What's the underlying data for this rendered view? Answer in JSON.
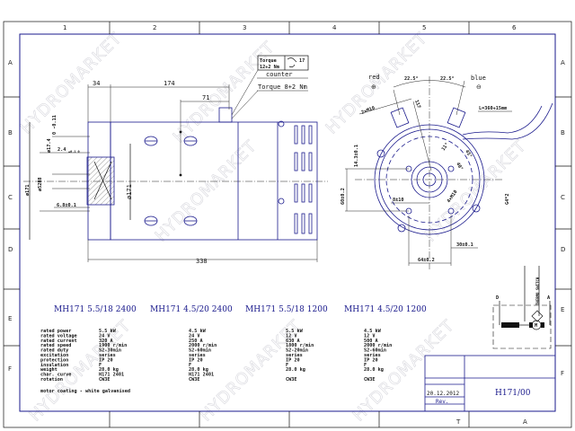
{
  "watermark": "HYDROMARKET",
  "grid": {
    "columns": [
      "1",
      "2",
      "3",
      "4",
      "5",
      "6"
    ],
    "rows": [
      "A",
      "B",
      "C",
      "D",
      "E",
      "F"
    ],
    "bottom": [
      "T",
      "A"
    ]
  },
  "side_view": {
    "dim_overall": "338",
    "dim_flange": "34",
    "dim_terminal": "174",
    "dim_71": "71",
    "dim_body_dia": "ø171",
    "dim_shaft_dia": "ø17.4",
    "dim_shaft_tol": "0 -0.11",
    "dim_pilot": "ø52H8",
    "dim_groove": "2.4",
    "dim_groove_tol": "+0.1 0",
    "dim_68": "6.8±0.1",
    "torque_box_line1": "Torque",
    "torque_box_line2": "12+2 Nm",
    "torque_box_size": "17",
    "counter": "counter",
    "torque_8": "Torque 8+2 Nm"
  },
  "end_view": {
    "red": "red",
    "blue": "blue",
    "angle_left": "22.5°",
    "angle_right": "22.5°",
    "dim_2m10": "2×M10",
    "dim_117": "117",
    "cable": "L=360+15mm",
    "angle_11": "11°",
    "angle_40": "40°",
    "angle_45": "45°",
    "dim_143": "14.3±0.1",
    "dim_60": "60±0.2",
    "dim_8": "8±10",
    "dim_4m10": "4×M10",
    "dim_g4": "G4*2",
    "dim_30": "30±0.1",
    "dim_64": "64±0.2"
  },
  "models": [
    "MH171 5.5/18 2400",
    "MH171 4.5/20 2400",
    "MH171 5.5/18 1200",
    "MH171 4.5/20 1200"
  ],
  "spec_labels": [
    "rated power",
    "rated voltage",
    "rated current",
    "rated speed",
    "rated duty",
    "excitation",
    "protection",
    "insulation",
    "weight",
    "char. curve",
    "rotation"
  ],
  "spec_values": [
    [
      "5.5 kW",
      "24 V",
      "320 A",
      "1900 r/min",
      "S2-30min",
      "series",
      "IP 20",
      "F",
      "28.0 kg",
      "H171 2401",
      "CW3E"
    ],
    [
      "4.5 kW",
      "24 V",
      "250 A",
      "2000 r/min",
      "S2-60min",
      "series",
      "IP 20",
      "F",
      "28.0 kg",
      "H171 2401",
      "CW3E"
    ],
    [
      "5.5 kW",
      "12 V",
      "630 A",
      "1800 r/min",
      "S2-20min",
      "series",
      "IP 20",
      "F",
      "28.0 kg",
      "",
      "CW3E"
    ],
    [
      "4.5 kW",
      "12 V",
      "500 A",
      "2000 r/min",
      "S2-60min",
      "series",
      "IP 20",
      "F",
      "28.0 kg",
      "",
      "CW3E"
    ]
  ],
  "coating_note": "motor coating - white galvanised",
  "schematic": {
    "left": "D",
    "right": "A",
    "switch": "THERMO SWITCH",
    "motor": "M"
  },
  "title_block": {
    "date": "20.12.2012",
    "rev": "Rev.",
    "drawing_no": "H171/00"
  }
}
